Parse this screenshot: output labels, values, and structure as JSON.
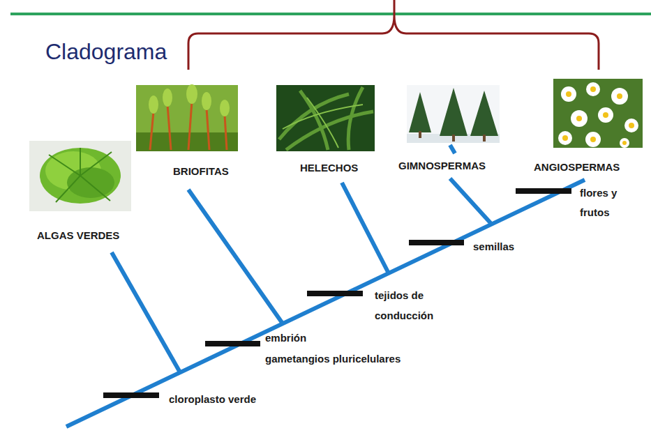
{
  "diagram": {
    "title": "Cladograma",
    "labels": [
      "ALGAS VERDES",
      "BRIOFITAS",
      "HELECHOS",
      "GIMNOSPERMAS",
      "ANGIOSPERMAS",
      "cloroplasto verde",
      "embrión",
      "gametangios pluricelulares",
      "tejidos de conducción",
      "semillas",
      "flores y frutos"
    ]
  }
}
